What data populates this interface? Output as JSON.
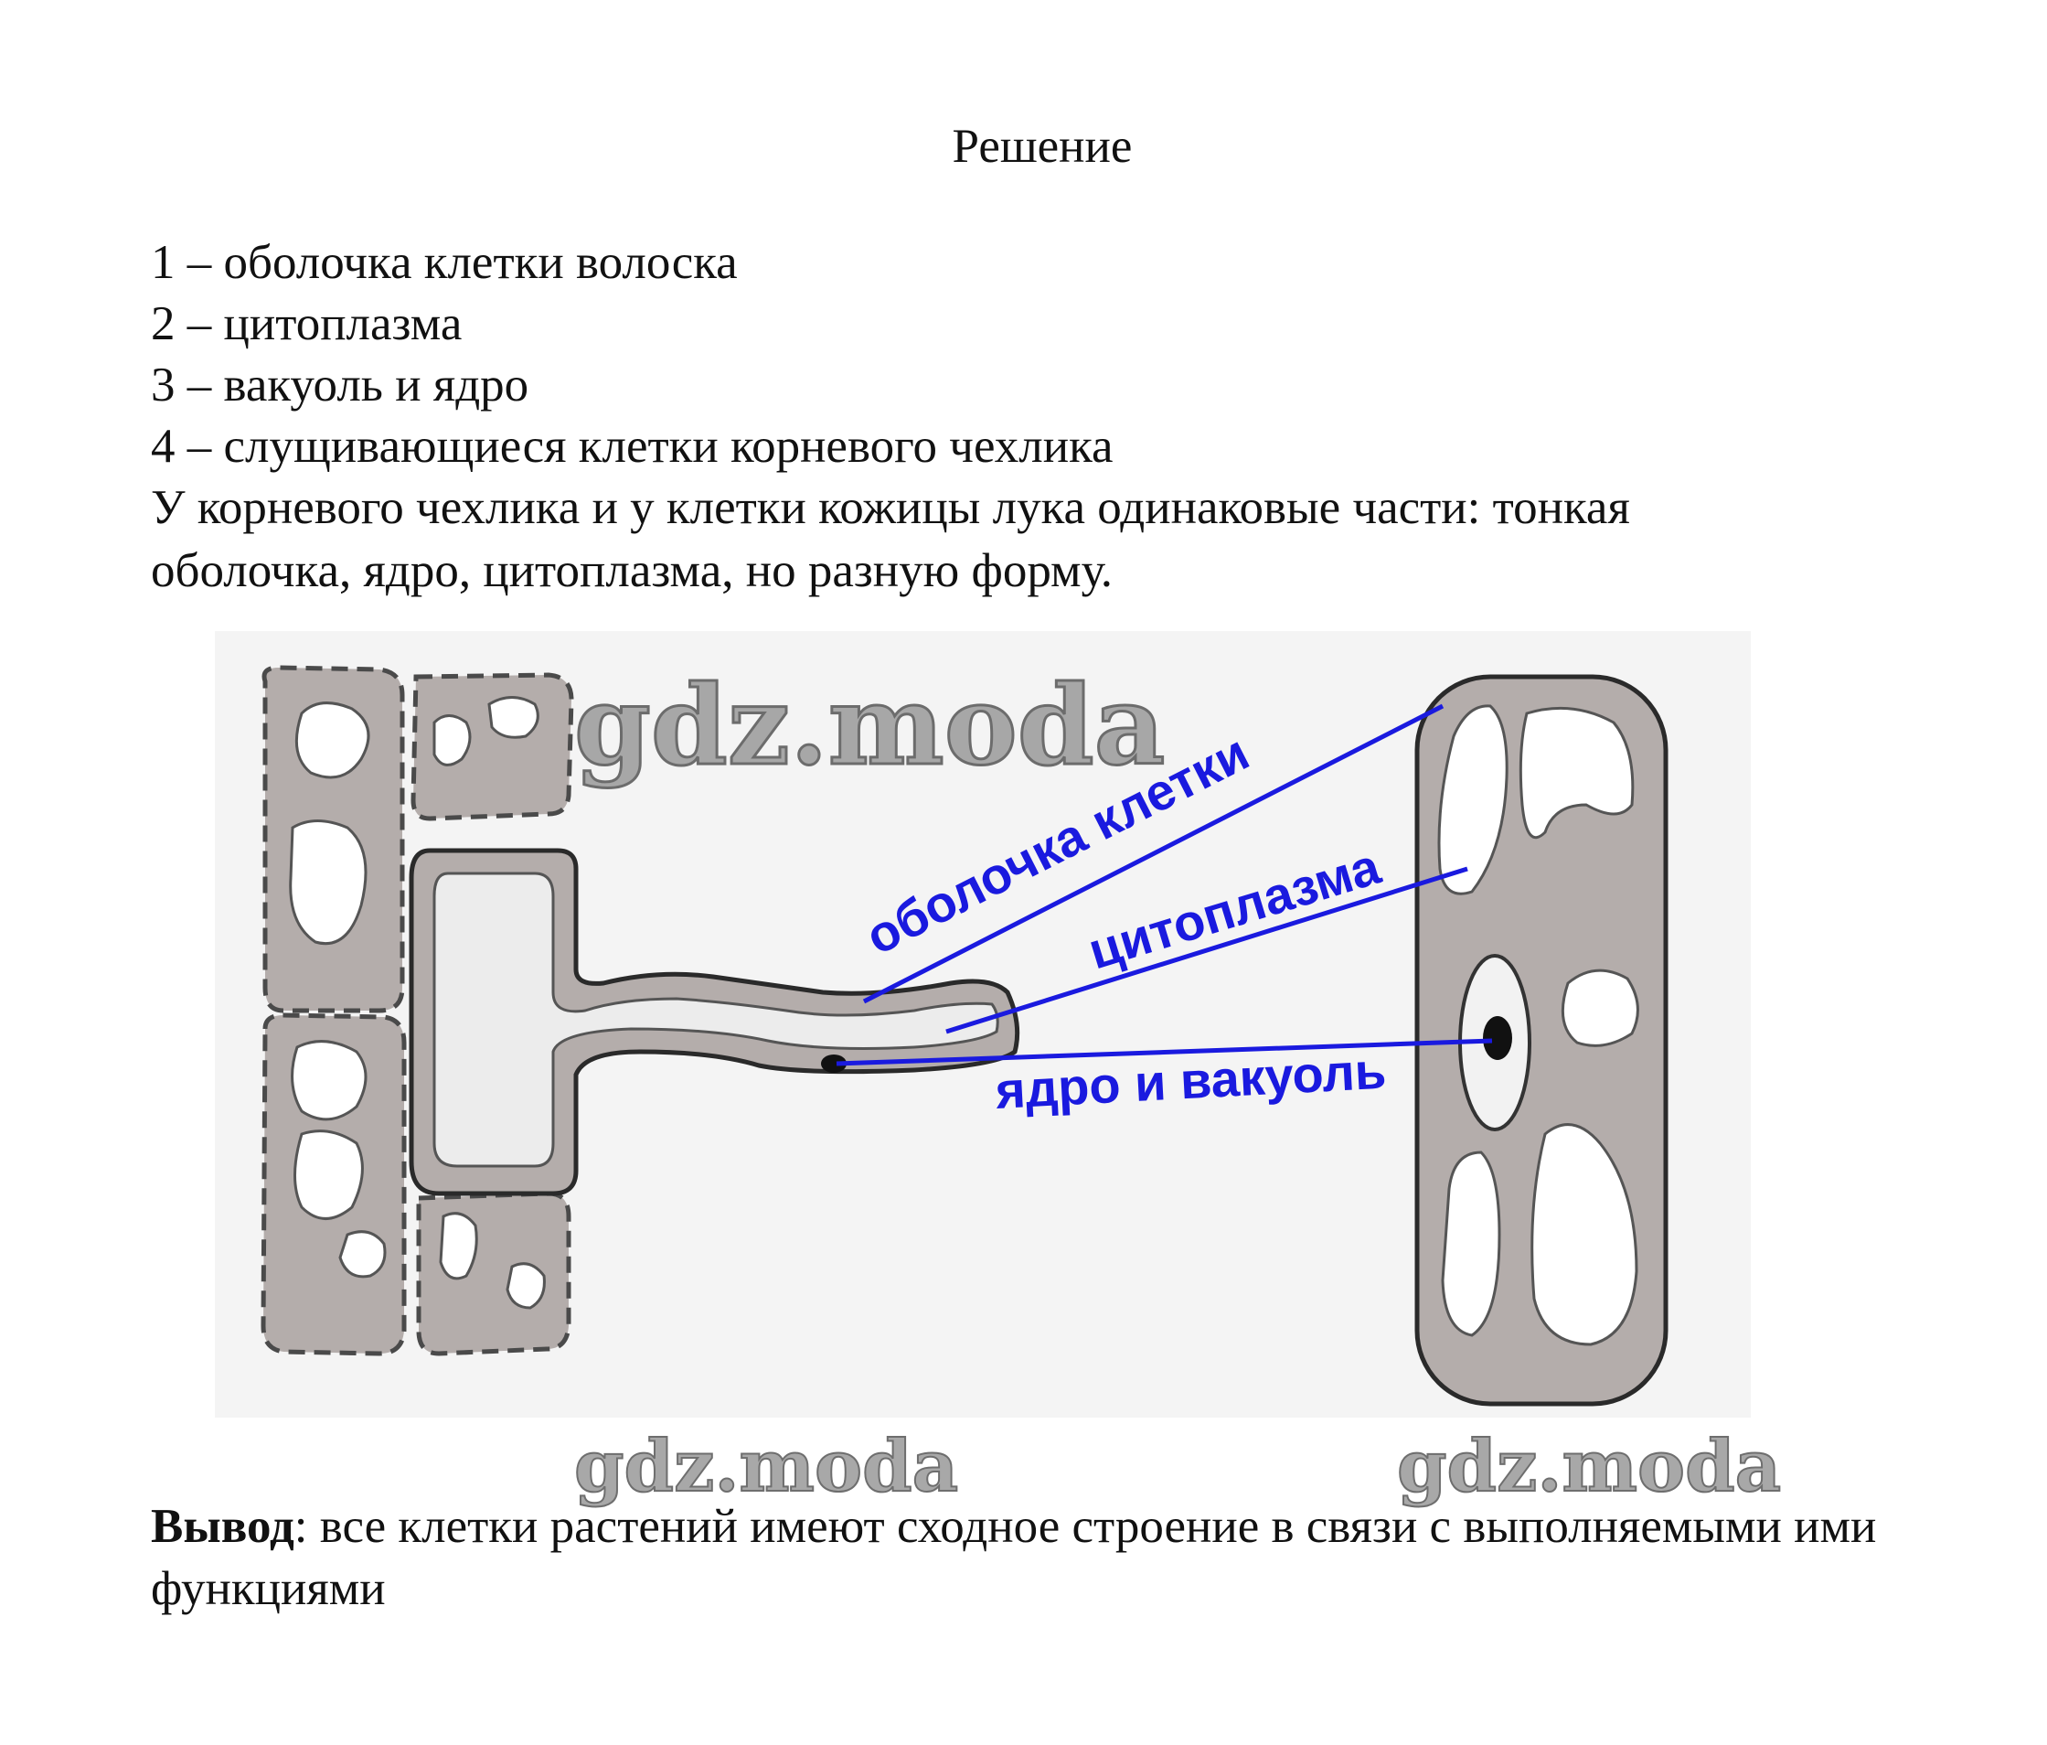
{
  "title": "Решение",
  "answers": [
    "1 – оболочка клетки волоска",
    "2 – цитоплазма",
    "3 – вакуоль и ядро",
    "4 – слущивающиеся клетки корневого чехлика",
    "У корневого чехлика и у клетки кожицы лука одинаковые части: тонкая",
    "оболочка, ядро, цитоплазма, но разную форму."
  ],
  "figure": {
    "labels": {
      "membrane": "оболочка клетки",
      "cytoplasm": "цитоплазма",
      "nucleus_vacuole": "ядро и вакуоль"
    },
    "label_color": "#1a1adf",
    "watermarks": [
      "gdz.moda",
      "gdz.moda",
      "gdz.moda"
    ]
  },
  "conclusion": {
    "label": "Вывод",
    "text": ": все клетки растений имеют сходное строение в связи с выполняемыми ими функциями"
  }
}
